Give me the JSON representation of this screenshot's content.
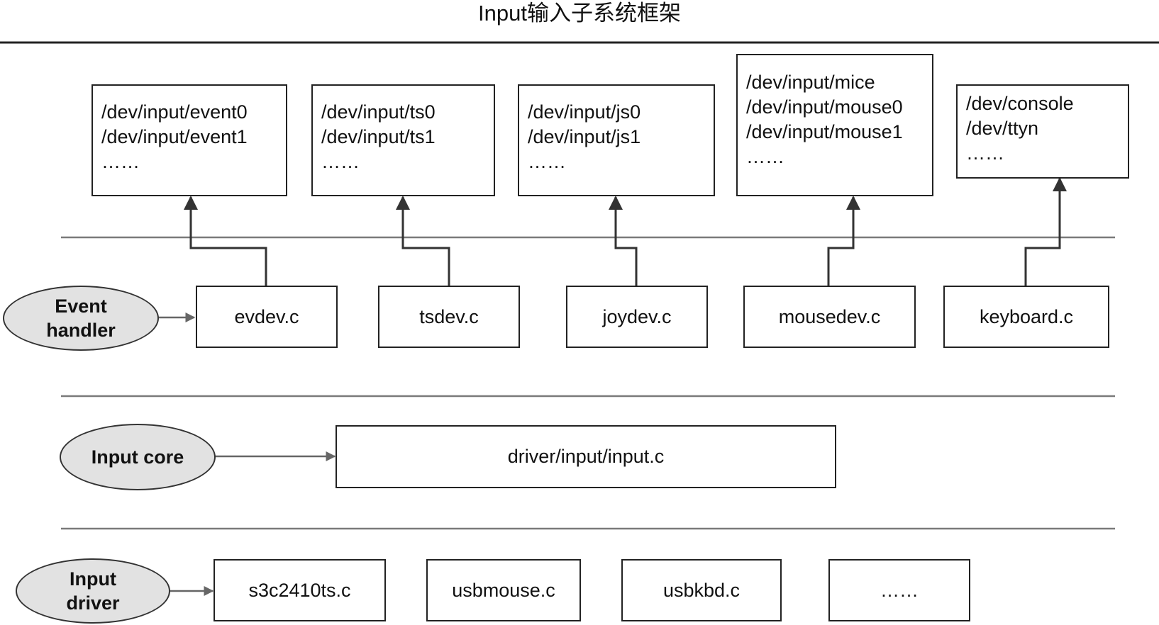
{
  "title": "Input输入子系统框架",
  "layers": {
    "event_handler": {
      "line1": "Event",
      "line2": "handler"
    },
    "input_core": {
      "label": "Input core"
    },
    "input_driver": {
      "line1": "Input",
      "line2": "driver"
    }
  },
  "device_nodes": [
    {
      "lines": [
        "/dev/input/event0",
        "/dev/input/event1",
        "……"
      ]
    },
    {
      "lines": [
        "/dev/input/ts0",
        "/dev/input/ts1",
        "……"
      ]
    },
    {
      "lines": [
        "/dev/input/js0",
        "/dev/input/js1",
        "……"
      ]
    },
    {
      "lines": [
        "/dev/input/mice",
        "/dev/input/mouse0",
        "/dev/input/mouse1",
        "……"
      ]
    },
    {
      "lines": [
        "/dev/console",
        "/dev/ttyn",
        "……"
      ]
    }
  ],
  "handlers": [
    "evdev.c",
    "tsdev.c",
    "joydev.c",
    "mousedev.c",
    "keyboard.c"
  ],
  "core": "driver/input/input.c",
  "drivers": [
    "s3c2410ts.c",
    "usbmouse.c",
    "usbkbd.c",
    "……"
  ],
  "colors": {
    "stroke": "#222222",
    "divider": "#7a7a7a",
    "ellipse_fill": "#e2e2e2"
  }
}
